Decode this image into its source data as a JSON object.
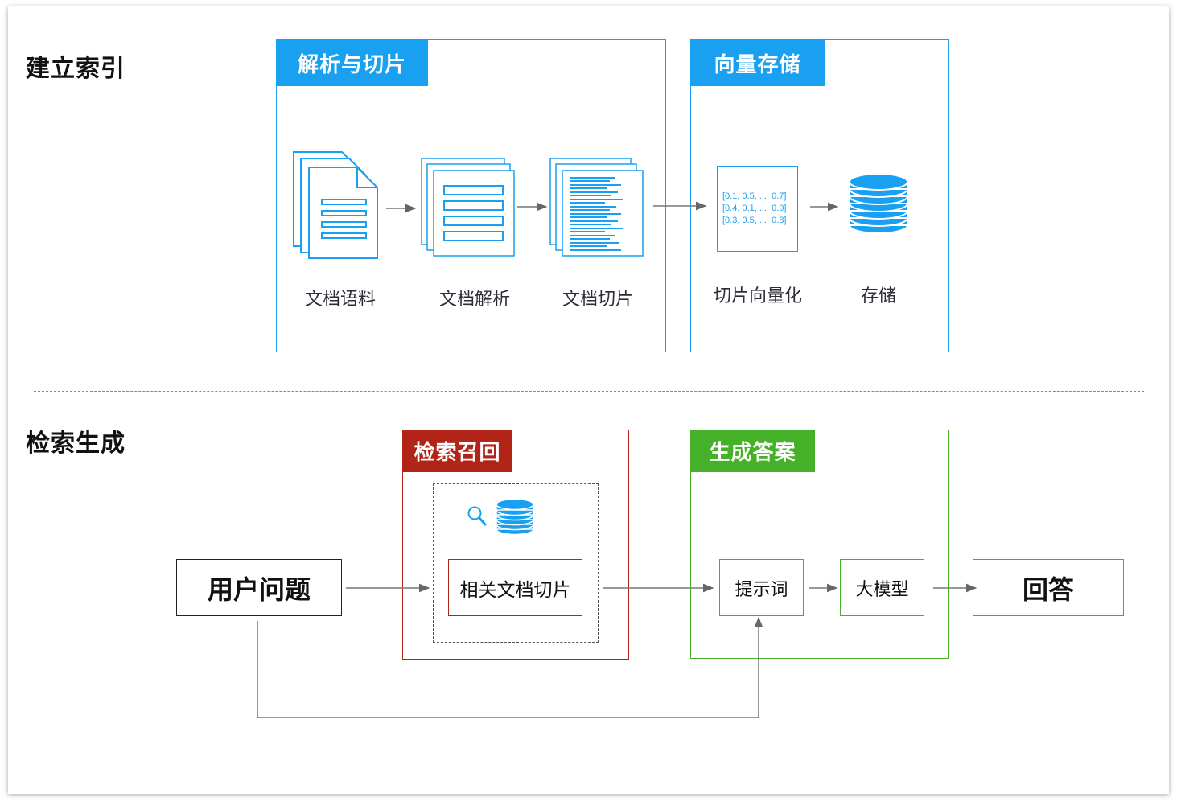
{
  "sections": {
    "index": {
      "title": "建立索引"
    },
    "retrieval": {
      "title": "检索生成"
    }
  },
  "panels": {
    "parse": {
      "tag": "解析与切片"
    },
    "store": {
      "tag": "向量存储"
    },
    "recall": {
      "tag": "检索召回"
    },
    "generate": {
      "tag": "生成答案"
    }
  },
  "index_steps": [
    {
      "label": "文档语料"
    },
    {
      "label": "文档解析"
    },
    {
      "label": "文档切片"
    },
    {
      "label": "切片向量化"
    },
    {
      "label": "存储"
    }
  ],
  "vectors": [
    "[0.1, 0.5, ..., 0.7]",
    "[0.4, 0.1, ..., 0.9]",
    "[0.3, 0.5, ..., 0.8]"
  ],
  "retrieval_nodes": {
    "question": "用户问题",
    "related_chunks": "相关文档切片",
    "prompt": "提示词",
    "llm": "大模型",
    "answer": "回答"
  },
  "colors": {
    "index_accent": "#19a0f0",
    "recall_accent": "#b22418",
    "generate_accent": "#45b129"
  },
  "icons": {
    "corpus": "document-stack-icon",
    "parsed": "parsed-document-icon",
    "chunked": "chunked-document-icon",
    "database": "database-icon",
    "search": "magnifier-icon"
  }
}
